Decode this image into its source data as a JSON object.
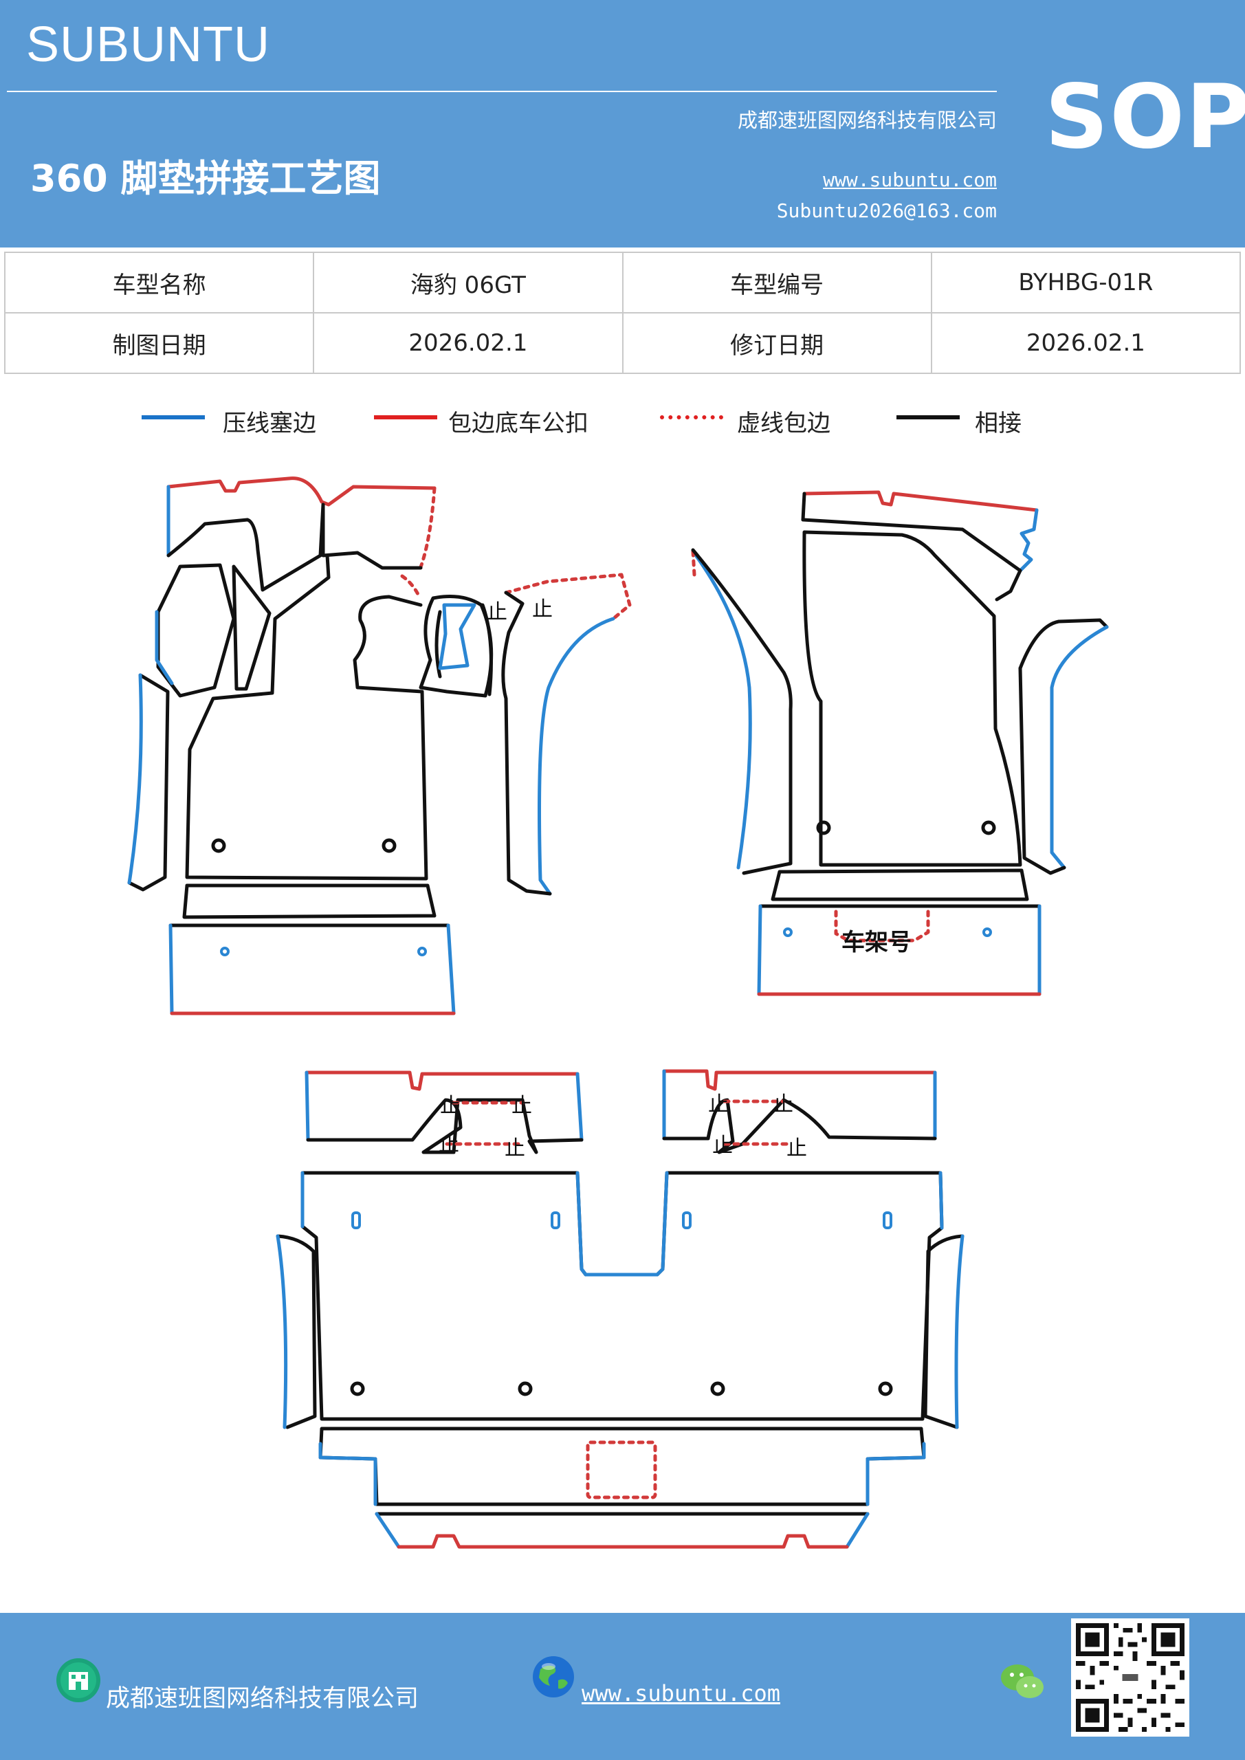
{
  "header": {
    "brand": "SUBUNTU",
    "company": "成都速班图网络科技有限公司",
    "title": "360 脚垫拼接工艺图",
    "website": "www.subuntu.com",
    "email": "Subuntu2026@163.com",
    "badge": "SOP"
  },
  "info_table": {
    "rows": [
      [
        "车型名称",
        "海豹 06GT",
        "车型编号",
        "BYHBG-01R"
      ],
      [
        "制图日期",
        "2026.02.1",
        "修订日期",
        "2026.02.1"
      ]
    ]
  },
  "legend": {
    "items": [
      {
        "label": "压线塞边",
        "color": "#1a73c9",
        "style": "solid"
      },
      {
        "label": "包边底车公扣",
        "color": "#e02020",
        "style": "solid"
      },
      {
        "label": "虚线包边",
        "color": "#e02020",
        "style": "dotted"
      },
      {
        "label": "相接",
        "color": "#111111",
        "style": "solid"
      }
    ]
  },
  "drawing": {
    "frame_label": "车架号",
    "clip_mark": "止",
    "colors": {
      "press": "#2a86d3",
      "wrap": "#d23a3a",
      "join": "#111111"
    }
  },
  "footer": {
    "company": "成都速班图网络科技有限公司",
    "website": "www.subuntu.com",
    "icons": [
      "building-icon",
      "globe-icon",
      "wechat-icon",
      "qr-code"
    ]
  }
}
